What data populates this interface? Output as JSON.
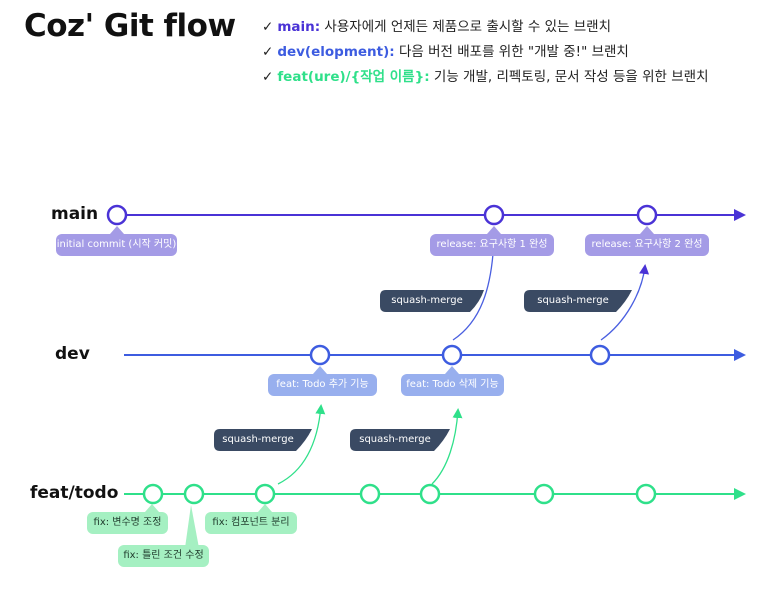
{
  "title": "Coz' Git flow",
  "legend": [
    {
      "key": "main:",
      "text": " 사용자에게 언제든 제품으로 출시할 수 있는 브랜치",
      "color": "#4a33d6"
    },
    {
      "key": "dev(elopment):",
      "text": " 다음 버전 배포를 위한 \"개발 중!\" 브랜치",
      "color": "#3d5ce0"
    },
    {
      "key": "feat(ure)/{작업 이름}:",
      "text": " 기능 개발, 리펙토링, 문서 작성 등을 위한 브랜치",
      "color": "#2fe08a"
    }
  ],
  "check_glyph": "✓",
  "branches": {
    "main": {
      "label": "main",
      "color": "#4a33d6"
    },
    "dev": {
      "label": "dev",
      "color": "#3d5ce0"
    },
    "feat": {
      "label": "feat/todo",
      "color": "#2fe08a"
    }
  },
  "tags": {
    "initial_commit": "initial commit (시작 커밋)",
    "release_1": "release: 요구사항 1 완성",
    "release_2": "release: 요구사항 2 완성",
    "feat_add": "feat: Todo 추가 기능",
    "feat_delete": "feat: Todo 삭제 기능",
    "fix_var": "fix: 변수명 조정",
    "fix_cond": "fix: 틀린 조건 수정",
    "fix_component": "fix: 컴포넌트 분리"
  },
  "squash_label": "squash-merge",
  "colors": {
    "squash_bg": "#3a4a63",
    "tag_main": "#a49be6",
    "tag_dev": "#98afee",
    "tag_feat": "#a5f0c2"
  }
}
